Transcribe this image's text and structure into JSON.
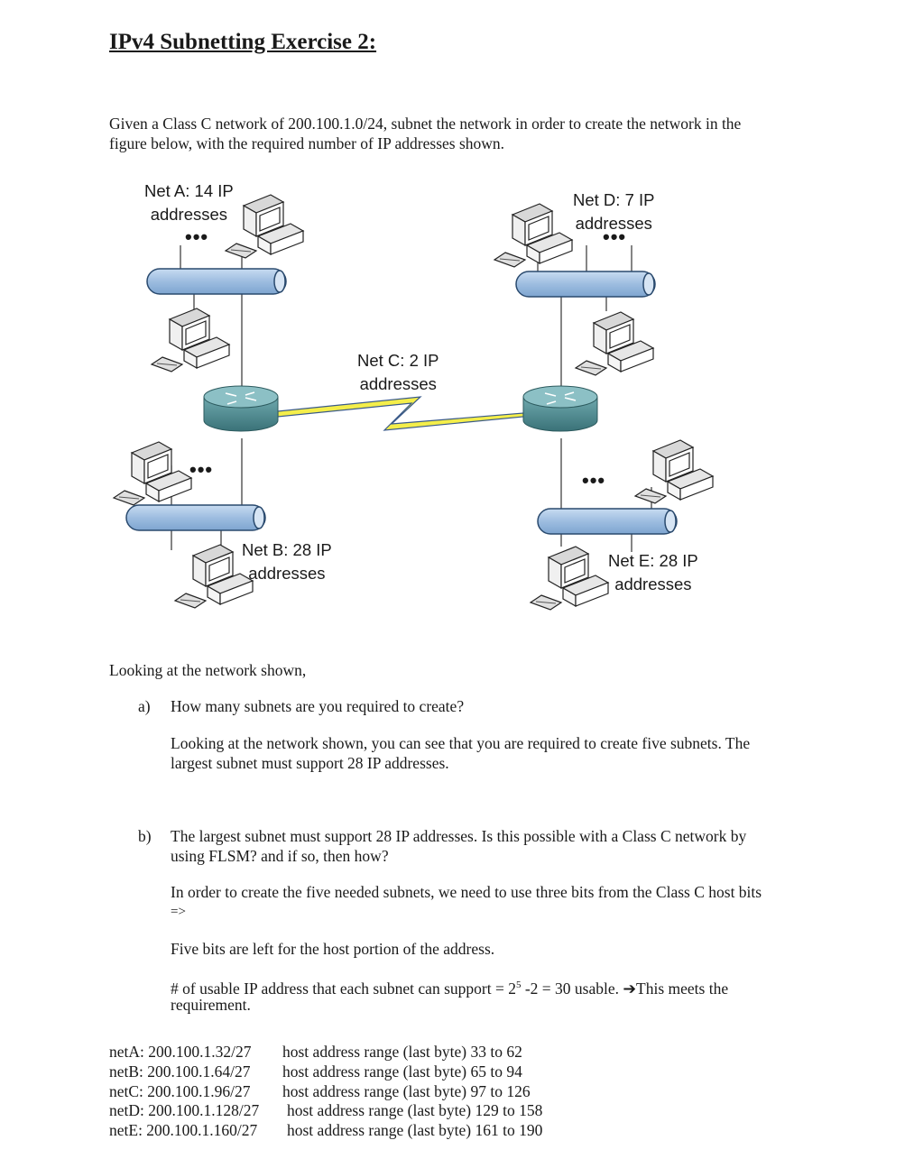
{
  "title": "IPv4 Subnetting Exercise 2:",
  "intro": {
    "line1": "Given a Class C network of 200.100.1.0/24, subnet the network in order to create the network in the",
    "line2": "figure below, with the required number of IP addresses shown."
  },
  "diagram": {
    "net_a": {
      "line1": "Net A: 14 IP",
      "line2": "addresses"
    },
    "net_b": {
      "line1": "Net B: 28 IP",
      "line2": "addresses"
    },
    "net_c": {
      "line1": "Net C: 2 IP",
      "line2": "addresses"
    },
    "net_d": {
      "line1": "Net D: 7 IP",
      "line2": "addresses"
    },
    "net_e": {
      "line1": "Net E: 28 IP",
      "line2": "addresses"
    },
    "ellipsis": "•••",
    "colors": {
      "bus": "#9dbde0",
      "router": "#4f8f95",
      "serial_link": "#f4ee4a"
    }
  },
  "lead_in": "Looking at the network shown,",
  "questions": [
    {
      "marker": "a)",
      "question": "How many subnets are you required to create?",
      "answer": [
        "Looking at the network shown, you can see that you are required to create five subnets. The",
        "largest subnet must support 28 IP addresses."
      ]
    },
    {
      "marker": "b)",
      "question": [
        "The largest subnet must support 28 IP addresses. Is this possible with a Class C network by",
        "using FLSM? and if so, then how?"
      ],
      "answer": [
        "In order to create the five needed subnets, we need to use three bits from the Class C host bits",
        "=>",
        "Five bits are left for the host portion of the address."
      ],
      "formula": {
        "prefix": "# of usable IP address that each subnet can support = ",
        "base": "2",
        "exponent": "5",
        "suffix": " -2 = 30 usable. ",
        "arrow": "➔",
        "conclusion": "This meets the",
        "line2": "requirement."
      }
    }
  ],
  "subnets": [
    {
      "name": "netA: 200.100.1.32/27",
      "range": "host address range (last byte) 33 to 62"
    },
    {
      "name": "netB: 200.100.1.64/27",
      "range": "host address range (last byte) 65 to 94"
    },
    {
      "name": "netC: 200.100.1.96/27",
      "range": "host address range (last byte) 97 to 126"
    },
    {
      "name": "netD: 200.100.1.128/27",
      "range": "host address range (last byte) 129 to 158"
    },
    {
      "name": "netE: 200.100.1.160/27",
      "range": "host address range (last byte) 161 to 190"
    }
  ]
}
